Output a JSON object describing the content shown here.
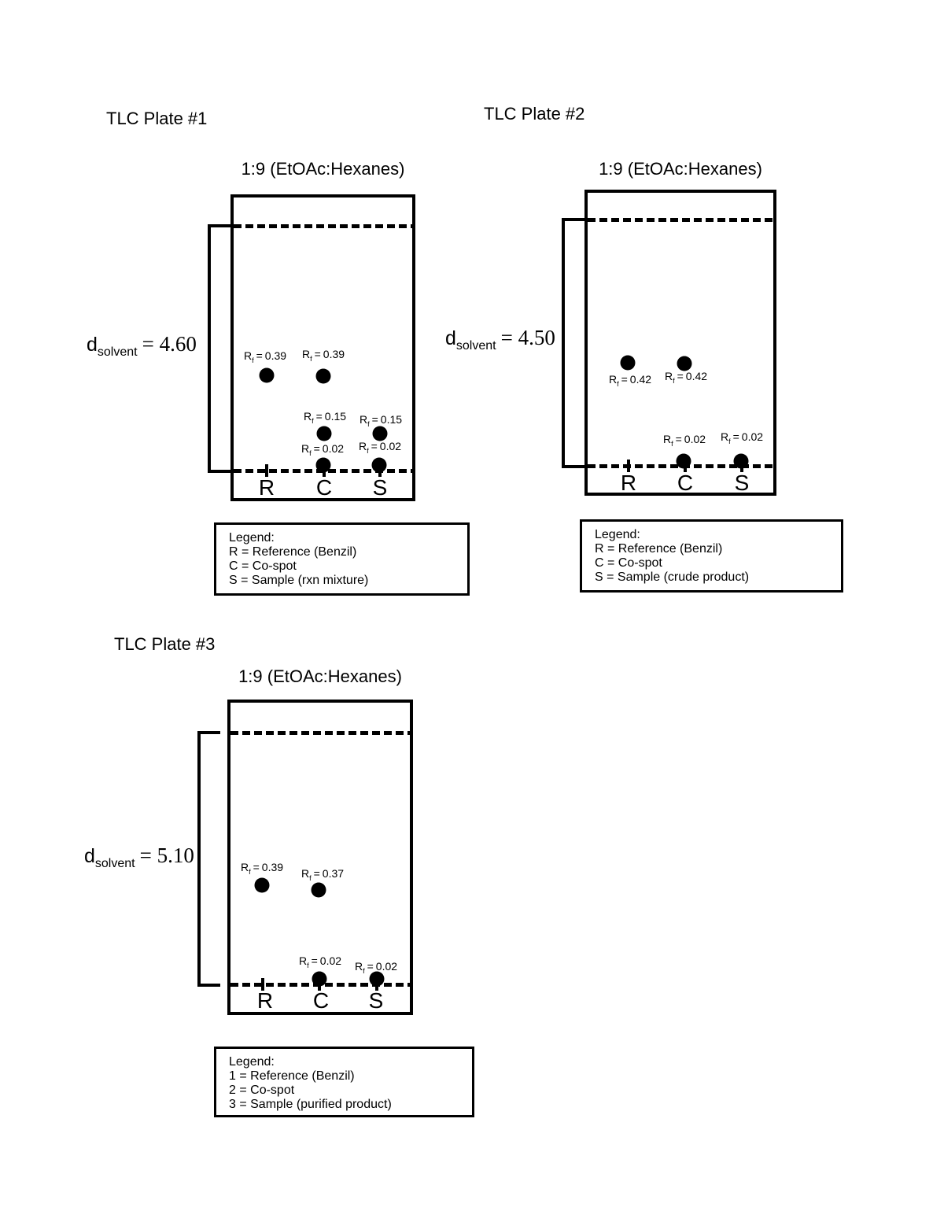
{
  "rf_symbol": {
    "base": "R",
    "sub": "f",
    "eq": "="
  },
  "plates": [
    {
      "title": "TLC Plate #1",
      "solvent_system": "1:9 (EtOAc:Hexanes)",
      "d_solvent": {
        "base": "d",
        "sub": "solvent",
        "value": "= 4.60"
      },
      "lane_labels": [
        "R",
        "C",
        "S"
      ],
      "spots": [
        {
          "lane": "R",
          "rf": "0.39"
        },
        {
          "lane": "C",
          "rf": "0.39"
        },
        {
          "lane": "C",
          "rf": "0.15"
        },
        {
          "lane": "S",
          "rf": "0.15"
        },
        {
          "lane": "C",
          "rf": "0.02"
        },
        {
          "lane": "S",
          "rf": "0.02"
        }
      ],
      "legend": {
        "heading": "Legend:",
        "items": [
          "R = Reference (Benzil)",
          "C = Co-spot",
          "S = Sample (rxn mixture)"
        ]
      }
    },
    {
      "title": "TLC Plate #2",
      "solvent_system": "1:9 (EtOAc:Hexanes)",
      "d_solvent": {
        "base": "d",
        "sub": "solvent",
        "value": "= 4.50"
      },
      "lane_labels": [
        "R",
        "C",
        "S"
      ],
      "spots": [
        {
          "lane": "R",
          "rf": "0.42"
        },
        {
          "lane": "C",
          "rf": "0.42"
        },
        {
          "lane": "C",
          "rf": "0.02"
        },
        {
          "lane": "S",
          "rf": "0.02"
        }
      ],
      "legend": {
        "heading": "Legend:",
        "items": [
          "R = Reference (Benzil)",
          "C = Co-spot",
          "S = Sample (crude product)"
        ]
      }
    },
    {
      "title": "TLC Plate #3",
      "solvent_system": "1:9 (EtOAc:Hexanes)",
      "d_solvent": {
        "base": "d",
        "sub": "solvent",
        "value": "= 5.10"
      },
      "lane_labels": [
        "R",
        "C",
        "S"
      ],
      "spots": [
        {
          "lane": "R",
          "rf": "0.39"
        },
        {
          "lane": "C",
          "rf": "0.37"
        },
        {
          "lane": "C",
          "rf": "0.02"
        },
        {
          "lane": "S",
          "rf": "0.02"
        }
      ],
      "legend": {
        "heading": "Legend:",
        "items": [
          "1 = Reference (Benzil)",
          "2 = Co-spot",
          "3 = Sample (purified product)"
        ]
      }
    }
  ]
}
